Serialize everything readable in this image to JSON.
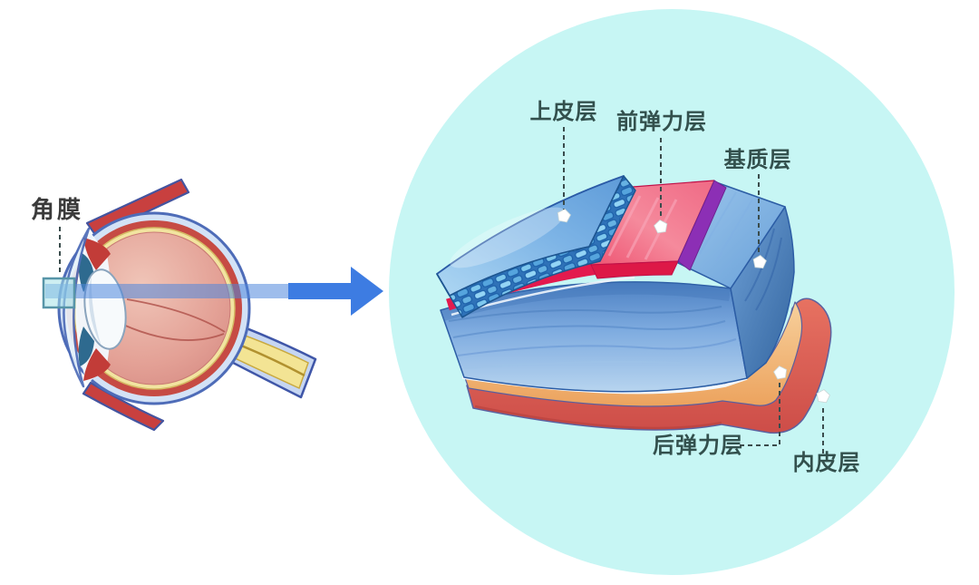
{
  "diagram": {
    "cornea_label": "角膜",
    "layers": {
      "epithelium": "上皮层",
      "bowman": "前弹力层",
      "stroma": "基质层",
      "descemet": "后弹力层",
      "endothelium": "内皮层"
    },
    "colors": {
      "background": "#ffffff",
      "magnifier_circle": "#c7f6f4",
      "label_text": "#33504d",
      "cornea_label_text": "#3b3b3b",
      "arrow_blue": "#3d7ce2",
      "epithelium_blue": "#67a3dc",
      "bowman_red": "#ec4e6f",
      "bowman_edge_purple": "#8c2fb5",
      "stroma_blue": "#5d92cc",
      "descemet_tan": "#eca35e",
      "endothelium_red": "#d85a50",
      "sclera_blue": "#4e6cb8",
      "vitreous_pink": "#e3a095",
      "optic_nerve_yellow": "#f3e494"
    }
  }
}
